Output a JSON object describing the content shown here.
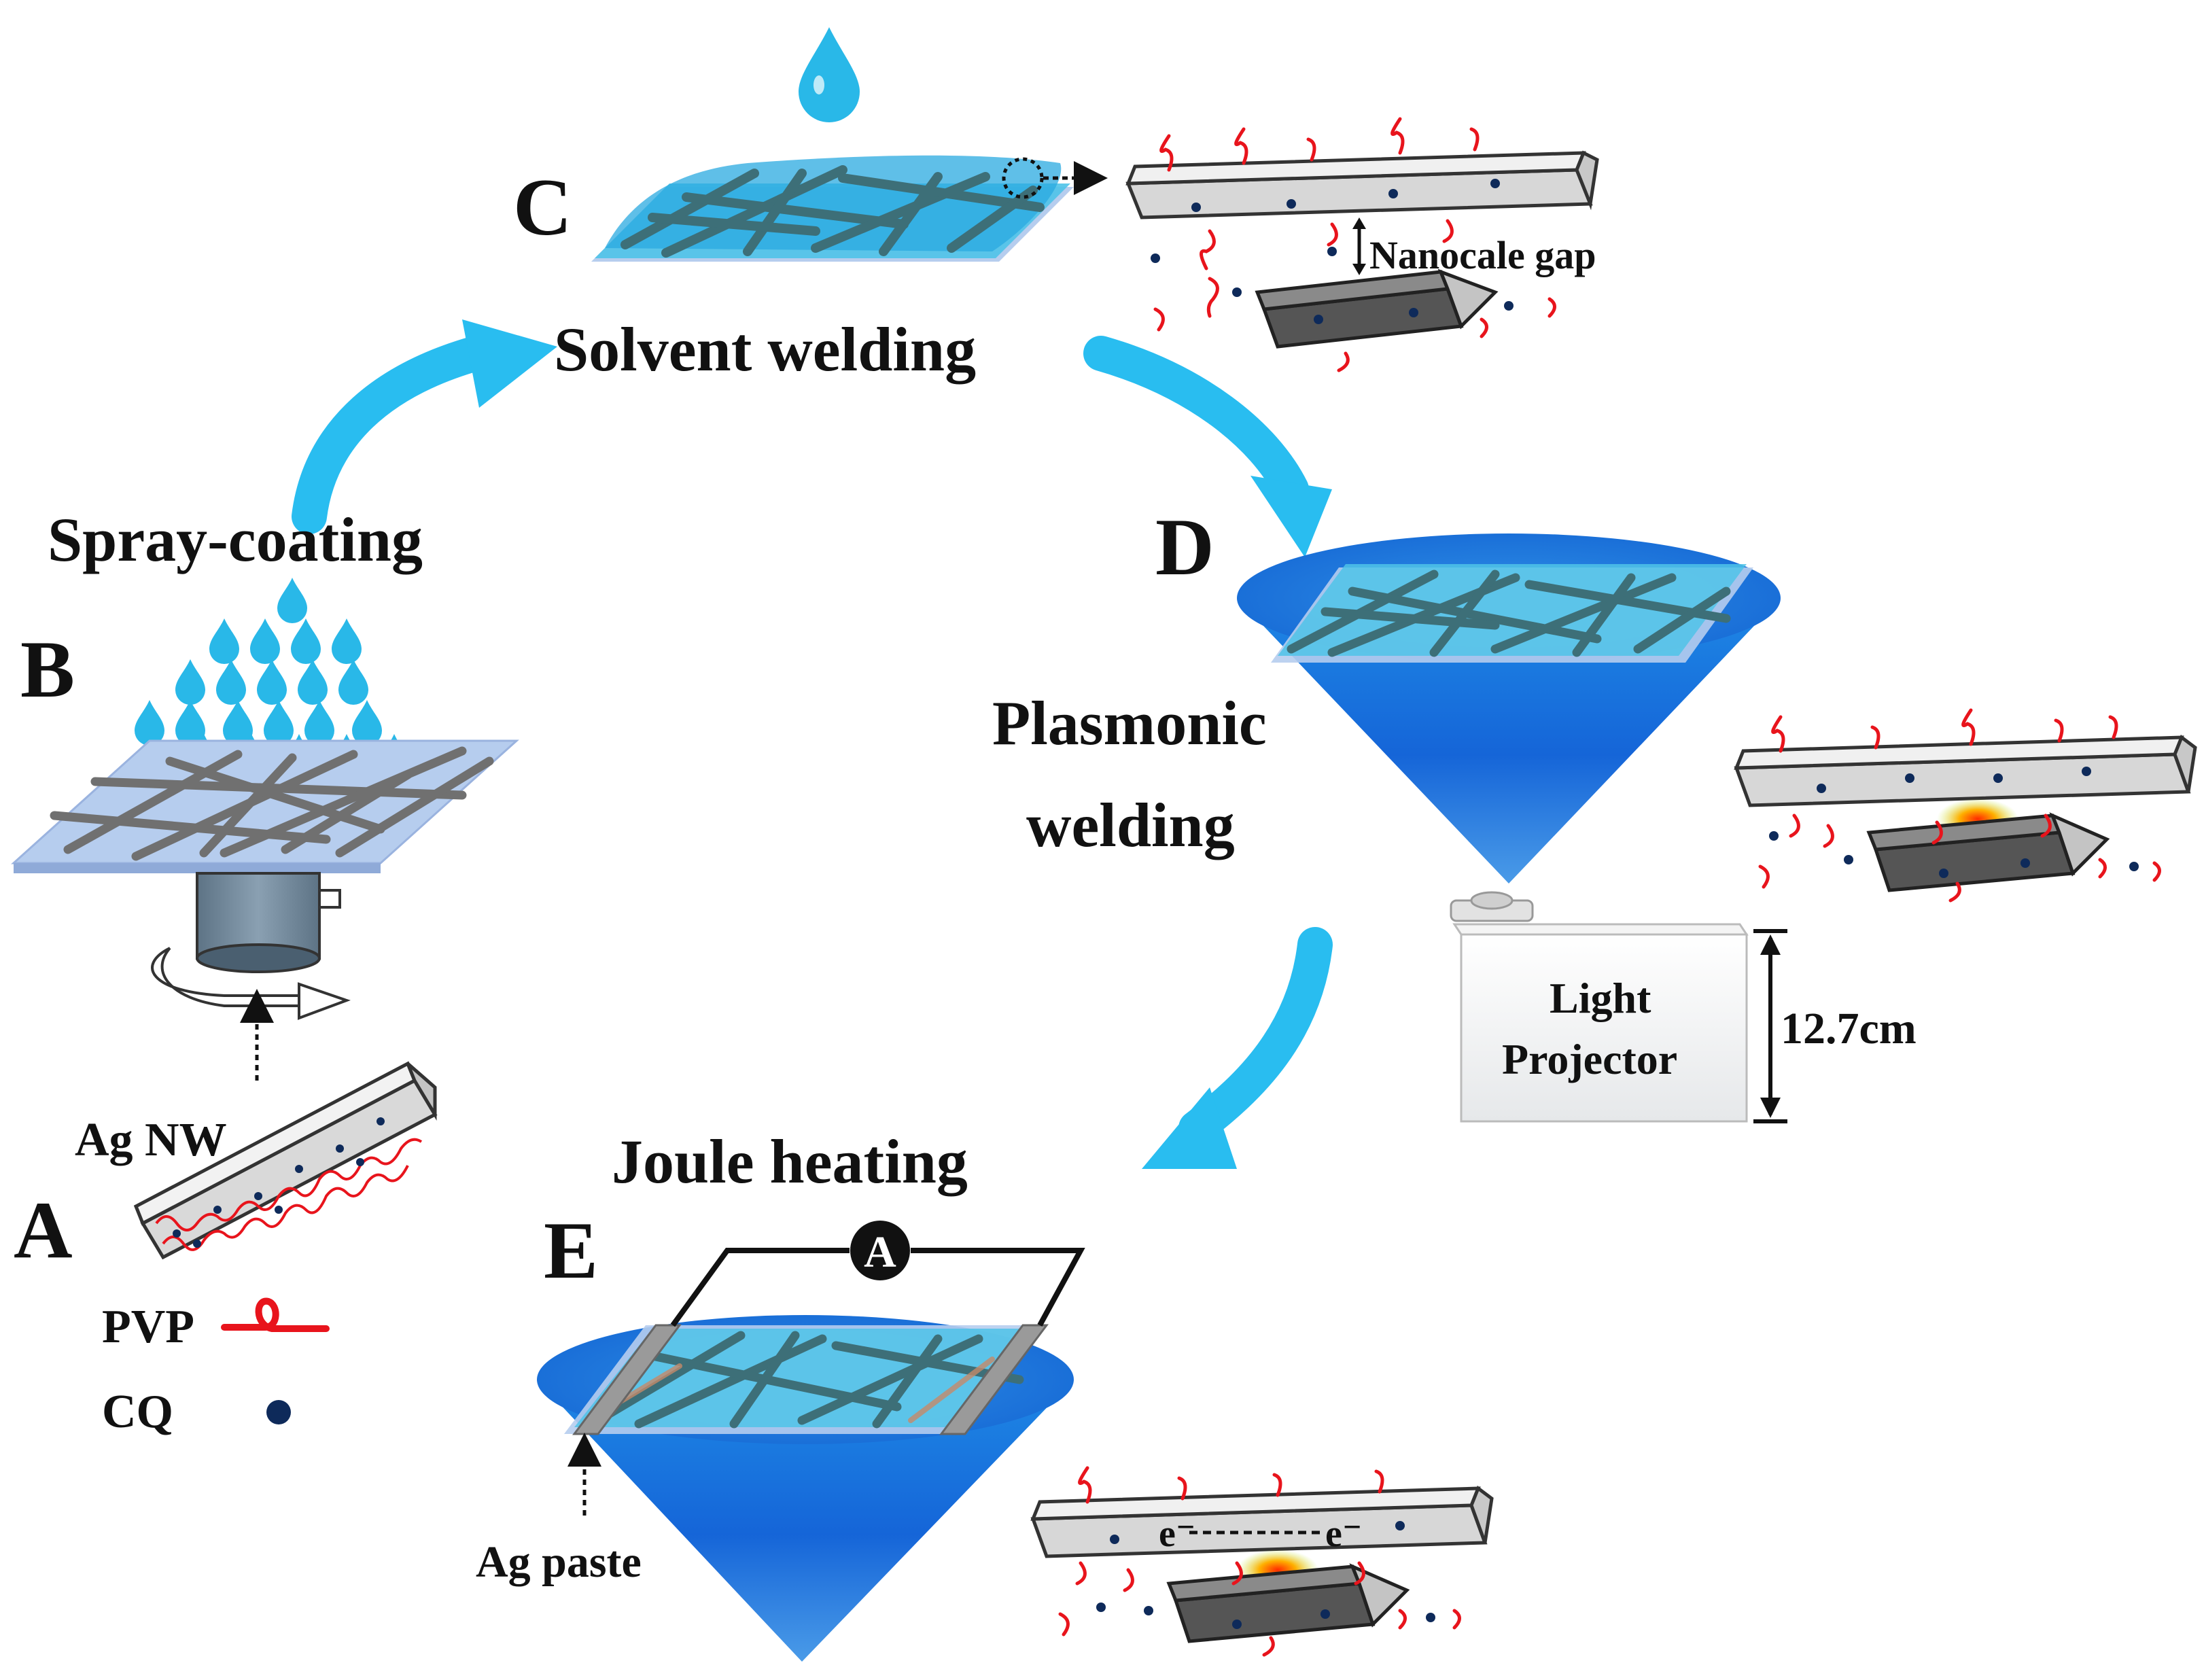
{
  "panels": {
    "a": "A",
    "b": "B",
    "c": "C",
    "d": "D",
    "e": "E"
  },
  "steps": {
    "spray_coating": "Spray-coating",
    "solvent_welding": "Solvent welding",
    "plasmonic_line1": "Plasmonic",
    "plasmonic_line2": "welding",
    "joule_heating": "Joule heating"
  },
  "annotations": {
    "ag_nw": "Ag NW",
    "pvp": "PVP",
    "cq": "CQ",
    "nanoscale_gap": "Nanocale gap",
    "projector_line1": "Light",
    "projector_line2": "Projector",
    "distance": "12.7cm",
    "ammeter": "A",
    "ag_paste": "Ag paste",
    "electron_left": "e⁻",
    "electron_right": "e⁻"
  },
  "colors": {
    "water": "#29b8e8",
    "arrow": "#29bdf0",
    "cone_blue": "#1565d8",
    "film": "#4fc3e8",
    "nanowire_dark": "#3d6f78",
    "nanowire_gray": "#707070",
    "pvp_red": "#e8141c",
    "cq_navy": "#0e2a5a",
    "substrate": "#a9c4ec",
    "hotspot": "#ff6a00"
  }
}
